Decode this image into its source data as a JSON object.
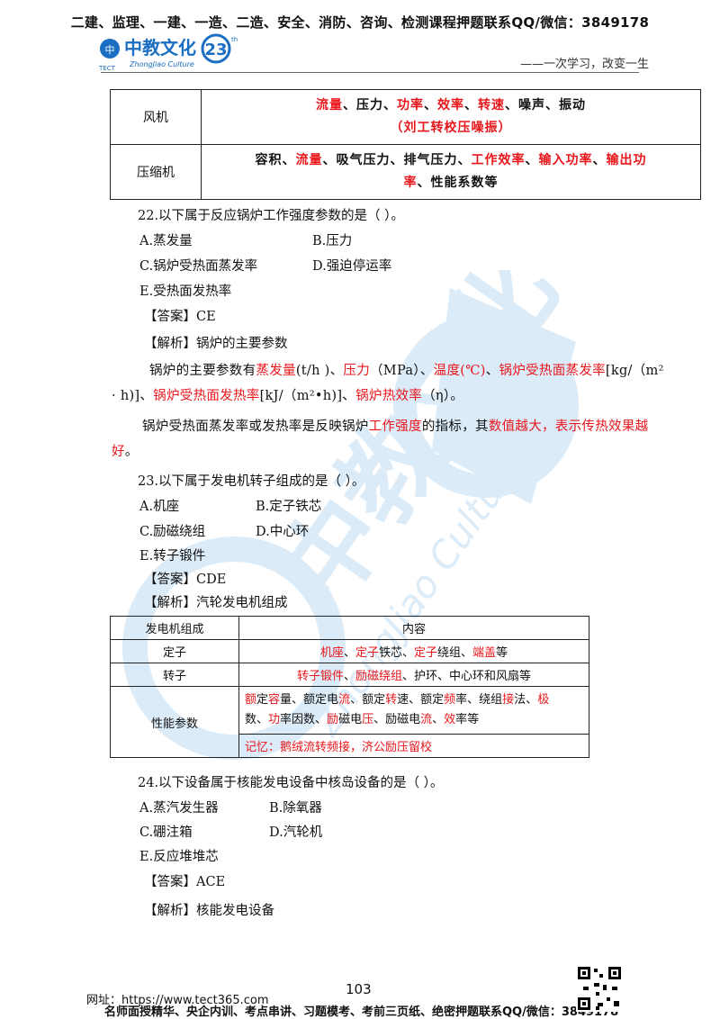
{
  "header": {
    "top_line": "二建、监理、一建、一造、二造、安全、消防、咨询、检测课程押题联系QQ/微信：3849178",
    "logo_text": "中教文化",
    "logo_sub": "ZhongJiao Culture",
    "logo_tag": "TECT",
    "slogan": "——一次学习，改变一生"
  },
  "table1": {
    "rows": [
      {
        "label": "风机",
        "line1": [
          {
            "t": "流量",
            "c": "red"
          },
          {
            "t": "、压力、"
          },
          {
            "t": "功率",
            "c": "red"
          },
          {
            "t": "、"
          },
          {
            "t": "效率",
            "c": "red"
          },
          {
            "t": "、"
          },
          {
            "t": "转速",
            "c": "red"
          },
          {
            "t": "、噪声、振动"
          }
        ],
        "line2": "（刘工转校压噪振）"
      },
      {
        "label": "压缩机",
        "line1": [
          {
            "t": "容积、"
          },
          {
            "t": "流量",
            "c": "red"
          },
          {
            "t": "、吸气压力、排气压力、"
          },
          {
            "t": "工作效率",
            "c": "red"
          },
          {
            "t": "、"
          },
          {
            "t": "输入功率",
            "c": "red"
          },
          {
            "t": "、"
          },
          {
            "t": "输出功",
            "c": "red"
          }
        ],
        "line2_parts": [
          {
            "t": "率",
            "c": "red"
          },
          {
            "t": "、性能系数等"
          }
        ]
      }
    ]
  },
  "q22": {
    "question": "22.以下属于反应锅炉工作强度参数的是（  ）。",
    "opt_a": "A.蒸发量",
    "opt_b": "B.压力",
    "opt_c": "C.锅炉受热面蒸发率",
    "opt_d": "D.强迫停运率",
    "opt_e": "E.受热面发热率",
    "answer": "【答案】CE",
    "analysis": "【解析】锅炉的主要参数",
    "p1_a": "锅炉的主要参数有",
    "p1_b": "蒸发量",
    "p1_c": "(t/h )、",
    "p1_d": "压力",
    "p1_e": "（MPa）、",
    "p1_f": "温度(℃)",
    "p1_g": "、",
    "p1_h": "锅炉受热面蒸发率",
    "p1_i": "[kg/（m² · h)]、",
    "p1_j": "锅炉受热面发热率",
    "p1_k": "[kJ/（m²•h)]、",
    "p1_l": "锅炉热效率",
    "p1_m": "（η）。",
    "p2_a": "锅炉受热面蒸发率或发热率是反映锅炉",
    "p2_b": "工作强度",
    "p2_c": "的指标，其",
    "p2_d": "数值越大，表示传热",
    "p2_e": "效果越好",
    "p2_f": "。"
  },
  "q23": {
    "question": "23.以下属于发电机转子组成的是（  ）。",
    "opt_a": "A.机座",
    "opt_b": "B.定子铁芯",
    "opt_c": "C.励磁绕组",
    "opt_d": "D.中心环",
    "opt_e": "E.转子锻件",
    "answer": "【答案】CDE",
    "analysis": "【解析】汽轮发电机组成"
  },
  "table2": {
    "head": [
      "发电机组成",
      "内容"
    ],
    "stator_label": "定子",
    "stator": [
      {
        "t": "机座",
        "c": "red"
      },
      {
        "t": "、"
      },
      {
        "t": "定子",
        "c": "red"
      },
      {
        "t": "铁芯、"
      },
      {
        "t": "定子",
        "c": "red"
      },
      {
        "t": "绕组、"
      },
      {
        "t": "端盖",
        "c": "red"
      },
      {
        "t": "等"
      }
    ],
    "rotor_label": "转子",
    "rotor": [
      {
        "t": "转子锻件",
        "c": "red"
      },
      {
        "t": "、"
      },
      {
        "t": "励磁绕组",
        "c": "red"
      },
      {
        "t": "、护环、中心环和风扇等"
      }
    ],
    "perf_label": "性能参数",
    "perf": [
      {
        "t": "额",
        "c": "red"
      },
      {
        "t": "定"
      },
      {
        "t": "容",
        "c": "red"
      },
      {
        "t": "量、额定电"
      },
      {
        "t": "流",
        "c": "red"
      },
      {
        "t": "、额定"
      },
      {
        "t": "转",
        "c": "red"
      },
      {
        "t": "速、额定"
      },
      {
        "t": "频",
        "c": "red"
      },
      {
        "t": "率、绕组"
      },
      {
        "t": "接",
        "c": "red"
      },
      {
        "t": "法、"
      },
      {
        "t": "极",
        "c": "red"
      }
    ],
    "perf2": [
      {
        "t": "数、"
      },
      {
        "t": "功",
        "c": "red"
      },
      {
        "t": "率因数、"
      },
      {
        "t": "励",
        "c": "red"
      },
      {
        "t": "磁电"
      },
      {
        "t": "压",
        "c": "red"
      },
      {
        "t": "、励磁电"
      },
      {
        "t": "流",
        "c": "red"
      },
      {
        "t": "、"
      },
      {
        "t": "效",
        "c": "red"
      },
      {
        "t": "率等"
      }
    ],
    "memo": "记忆：鹅绒流转频接，济公励压留校"
  },
  "q24": {
    "question": "24.以下设备属于核能发电设备中核岛设备的是（    ）。",
    "opt_a": "A.蒸汽发生器",
    "opt_b": "B.除氧器",
    "opt_c": "C.硼注箱",
    "opt_d": "D.汽轮机",
    "opt_e": "E.反应堆堆芯",
    "answer": "【答案】ACE",
    "analysis": "【解析】核能发电设备"
  },
  "footer": {
    "page": "103",
    "url": "网址：https://www.tect365.com",
    "line": "名师面授精华、央企内训、考点串讲、习题模考、考前三页纸、绝密押题联系QQ/微信：3849178"
  },
  "colors": {
    "accent_red": "#e8161b",
    "logo_blue": "#1b6fc2",
    "watermark_blue": "#2a8ad8"
  }
}
